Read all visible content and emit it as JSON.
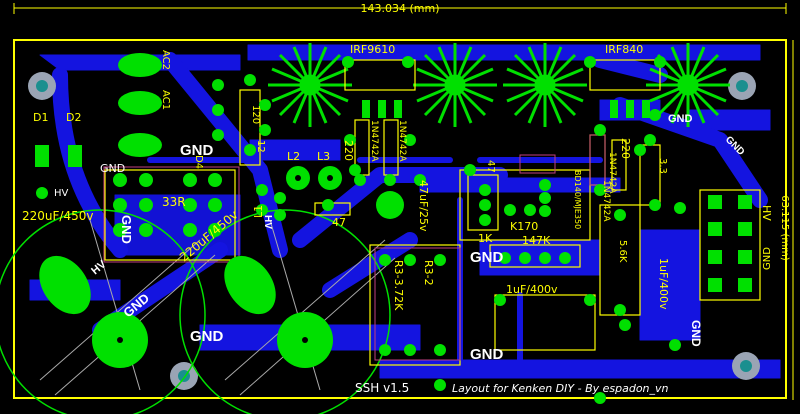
{
  "dimensions": {
    "width_text": "143.034 (mm)",
    "height_text": "63.115 (mm)"
  },
  "colors": {
    "background": "#000000",
    "copper": "#1414e0",
    "pad": "#00e000",
    "silkscreen": "#ffff00",
    "outline": "#ffff00",
    "mount": "#9aa4b4",
    "keepout": "#c04080"
  },
  "components": {
    "q1": "IRF9610",
    "q2": "IRF840",
    "ac2": "AC2",
    "ac1": "AC1",
    "d1": "D1",
    "d2": "D2",
    "d4": "D4",
    "r33": "33R",
    "c1": "220uF/450v",
    "c2": "220uF/450v",
    "l1": "L1",
    "l2": "L2",
    "l3": "L3",
    "d_4742a_1": "1N4742A",
    "d_4742a_2": "1N4742A",
    "d_4742a_3": "1N4742A",
    "r220_1": "220",
    "r220_2": "220",
    "r47_1": "47",
    "r47_2": "47",
    "c3": "47uF/25v",
    "r33b": "R3-3.72K",
    "r32": "R3-2",
    "q3": "BD140/MJE350",
    "k170": "K170",
    "r1k": "1K",
    "r147k": "147K",
    "c4": "1uF/400v",
    "c5": "1uF/400v",
    "r56k": "5.6K",
    "r33c": "3.3",
    "d_4742a_4": "1N4742A",
    "r120": "120",
    "r12": "12",
    "hv": "HV",
    "hv_small": "HV",
    "gnd": "GND"
  },
  "footer": {
    "version": "SSH v1.5",
    "credit": "Layout for Kenken DIY - By espadon_vn"
  }
}
